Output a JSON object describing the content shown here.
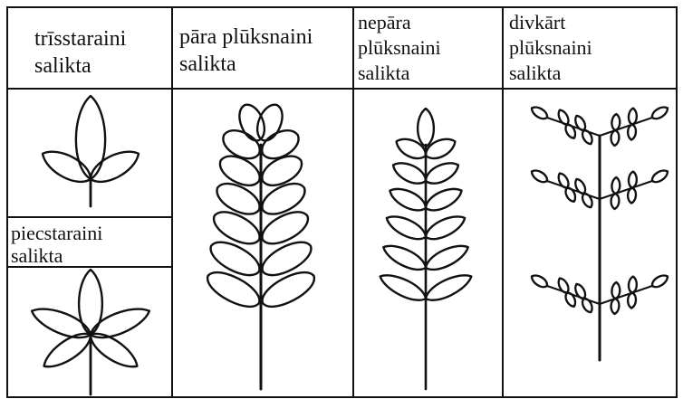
{
  "header_labels": {
    "trifoliate": [
      "trīsstaraini",
      "salikta"
    ],
    "paripinnate": [
      "pāra plūksnaini",
      "salikta"
    ],
    "imparipinnate": [
      "nepāra",
      "plūksnaini",
      "salikta"
    ],
    "bipinnate": [
      "divkārt",
      "plūksnaini",
      "salikta"
    ]
  },
  "palmate_label": [
    "piecstaraini",
    "salikta"
  ],
  "colors": {
    "ink": "#111111",
    "paper": "#ffffff"
  }
}
